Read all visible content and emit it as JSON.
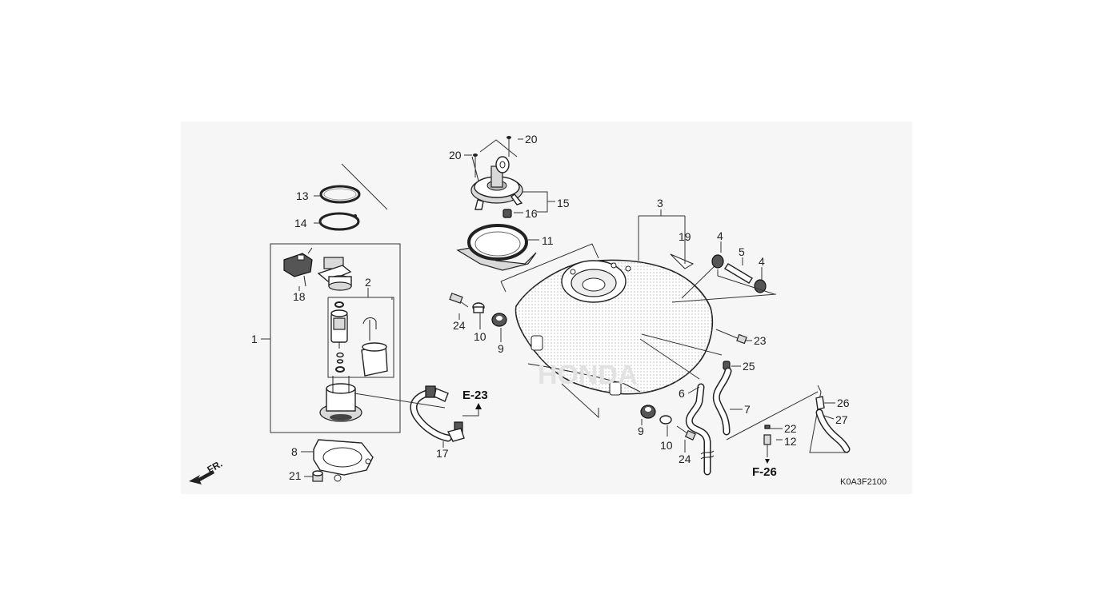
{
  "diagram": {
    "code": "K0A3F2100",
    "direction": "FR.",
    "refs": {
      "e23": "E-23",
      "f26": "F-26"
    },
    "callouts": {
      "c1": "1",
      "c2": "2",
      "c3": "3",
      "c4a": "4",
      "c4b": "4",
      "c5": "5",
      "c6": "6",
      "c7": "7",
      "c8": "8",
      "c9a": "9",
      "c9b": "9",
      "c10a": "10",
      "c10b": "10",
      "c11": "11",
      "c12": "12",
      "c13": "13",
      "c14": "14",
      "c15": "15",
      "c16": "16",
      "c17": "17",
      "c18": "18",
      "c19": "19",
      "c20a": "20",
      "c20b": "20",
      "c21": "21",
      "c22": "22",
      "c23": "23",
      "c24a": "24",
      "c24b": "24",
      "c25": "25",
      "c26": "26",
      "c27": "27"
    }
  }
}
